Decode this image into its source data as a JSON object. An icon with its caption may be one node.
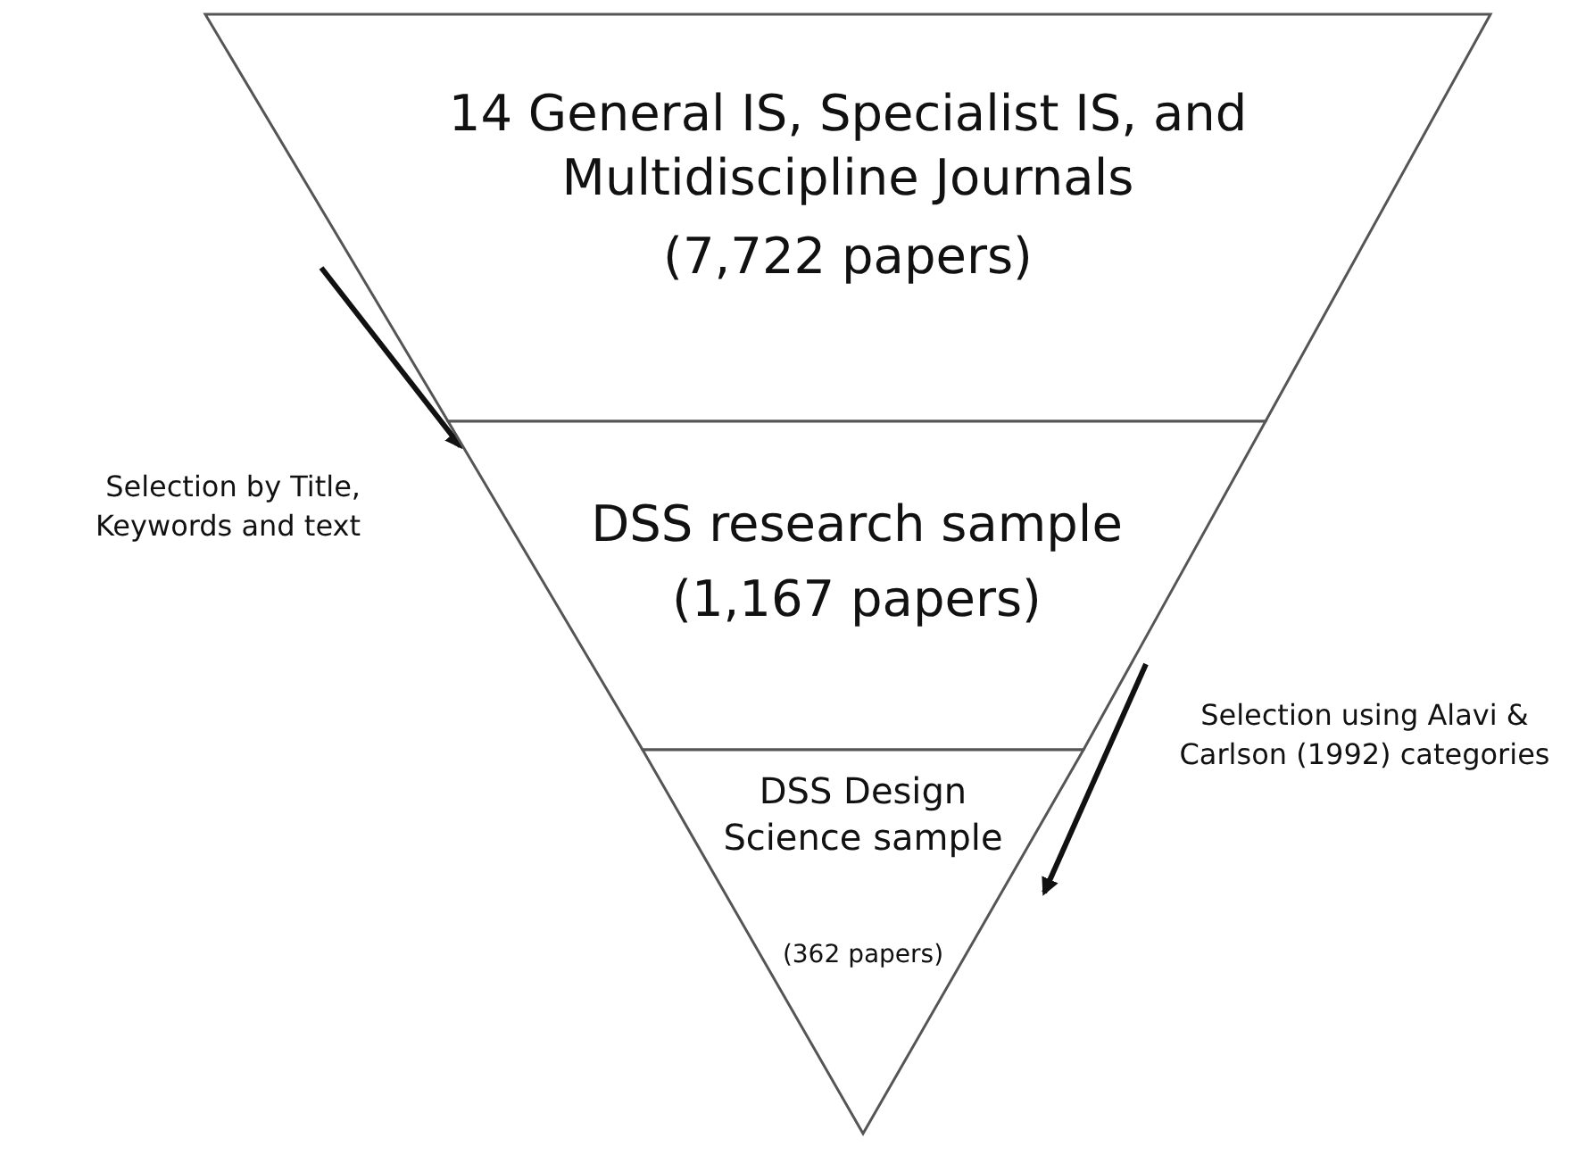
{
  "diagram": {
    "nodes": [
      {
        "text": [
          "14 General IS, Specialist IS, and Multidiscipline Journals",
          "(7,722 papers)"
        ]
      },
      {
        "text": [
          "DSS research sample",
          "(1,167 papers)"
        ]
      },
      {
        "text": [
          "DSS Design Science sample",
          "(362 papers)"
        ]
      }
    ],
    "edges": [],
    "labels": [
      "Selection by Title, Keywords and text",
      "Selection using Alavi & Carlson (1992) categories"
    ]
  }
}
